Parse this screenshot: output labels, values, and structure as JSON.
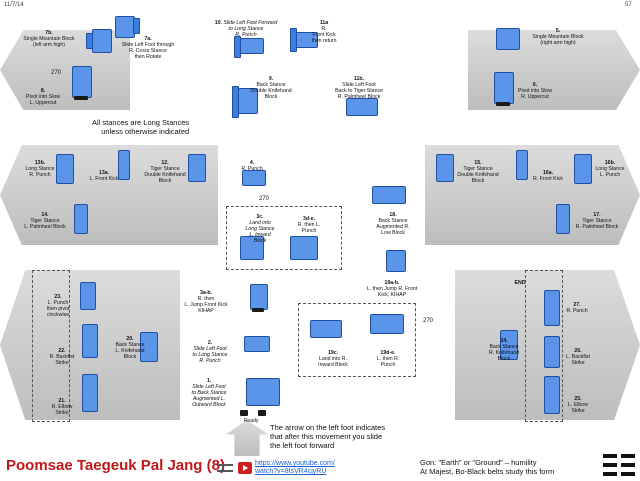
{
  "header": {
    "date": "11/7/14",
    "page_number": "57"
  },
  "title": "Poomsae Taegeuk Pal Jang (8)",
  "youtube": {
    "line1": "https://www.youtube.com/",
    "line2": "watch?v=8tsVR4cjyRU"
  },
  "gon_text": {
    "line1": "Gon: \"Earth\" or \"Ground\" – humility",
    "line2": "At Majest, Bo-Black belts study this form"
  },
  "left_foot_note": {
    "line1": "The arrow on the left foot indicates",
    "line2": "that after this movement you slide",
    "line3": "the left foot forward"
  },
  "stances_note": {
    "line1": "All stances are Long Stances",
    "line2": "unless otherwise indicated"
  },
  "steps": {
    "s7b": {
      "num": "7b.",
      "text": "Single Mountain Block\n(left arm high)"
    },
    "s7a": {
      "num": "7a.",
      "text": "Slide Left Foot through\nR. Cross Stance\nthen Rotate"
    },
    "s8": {
      "num": "8.",
      "text": "Pivot into Slow\nL. Uppercut"
    },
    "ang270a": "270",
    "s10": {
      "num": "10.",
      "text": "Slide Left Foot Forward\nto Long Stance\nR. Punch"
    },
    "s11a": {
      "num": "11a",
      "text": "R.\nFront Kick\nthen return"
    },
    "s9": {
      "num": "9.",
      "text": "Back Stance\nDouble Knifehand\nBlock"
    },
    "s11b": {
      "num": "11b.",
      "text": "Slide Left Foot\nBack to Tiger Stance\nR. Palmheel Block"
    },
    "s5": {
      "num": "5.",
      "text": "Single Mountain Block\n(right arm high)"
    },
    "s6": {
      "num": "6.",
      "text": "Pivot into Slow\nR. Uppercut"
    },
    "s13b": {
      "num": "13b.",
      "text": "Long Stance\nR. Punch"
    },
    "s13a": {
      "num": "13a.",
      "text": "L. Front Kick"
    },
    "s12": {
      "num": "12.",
      "text": "Tiger Stance\nDouble Knifehand\nBlock"
    },
    "s14": {
      "num": "14.",
      "text": "Tiger Stance\nL. Palmheel Block"
    },
    "s4": {
      "num": "4.",
      "text": "R. Punch"
    },
    "ang270b": "270",
    "s15": {
      "num": "15.",
      "text": "Tiger Stance\nDouble Knifehand\nBlock"
    },
    "s16a": {
      "num": "16a.",
      "text": "R. Front Kick"
    },
    "s16b": {
      "num": "16b.",
      "text": "Long Stance\nL. Punch"
    },
    "s17": {
      "num": "17.",
      "text": "Tiger Stance\nR. Palmheel Block"
    },
    "s3c": {
      "num": "3c.",
      "text": "Land into\nLong Stance\nL. Inward\nBlock"
    },
    "s3de": {
      "num": "3d-e.",
      "text": "R. then L.\nPunch"
    },
    "s18": {
      "num": "18.",
      "text": "Back Stance\nAugmented R.\nLow Block"
    },
    "s23": {
      "num": "23.",
      "text": "L. Punch\nthen pivot\nclockwise"
    },
    "s22": {
      "num": "22.",
      "text": "R. Backfist\nStrike"
    },
    "s21": {
      "num": "21.",
      "text": "R. Elbow\nStrike"
    },
    "s20": {
      "num": "20.",
      "text": "Back Stance\nL. Knifehand\nBlock"
    },
    "s3ab": {
      "num": "3a-b.",
      "text": "R. then\nL. Jump Front Kick\nKIHAP"
    },
    "s19ab": {
      "num": "19a-b.",
      "text": "L. then Jump R. Front\nKick, KIHAP"
    },
    "ang270c": "270",
    "s2": {
      "num": "2.",
      "text": "Slide Left Foot\nto Long Stance\nR. Punch"
    },
    "s19c": {
      "num": "19c.",
      "text": "Land into R.\nInward Block"
    },
    "s19de": {
      "num": "19d-e.",
      "text": "L. then R.\nPunch"
    },
    "s1": {
      "num": "1.",
      "text": "Slide Left Foot\nto Back Stance\nAugmented L.\nOutward Block"
    },
    "ready": "Ready",
    "end": "END",
    "s24": {
      "num": "24.",
      "text": "Back Stance\nR. Knifehand\nBlock"
    },
    "s27": {
      "num": "27.",
      "text": "R. Punch"
    },
    "s26": {
      "num": "26.",
      "text": "L. Backfist\nStrike"
    },
    "s25": {
      "num": "25.",
      "text": "L. Elbow\nStrike"
    }
  },
  "colors": {
    "figure": "#5b95ea",
    "title": "#c01818",
    "link": "#1a5fd6"
  },
  "icons": [
    "youtube-icon",
    "flag-icon",
    "trigram-icon"
  ]
}
